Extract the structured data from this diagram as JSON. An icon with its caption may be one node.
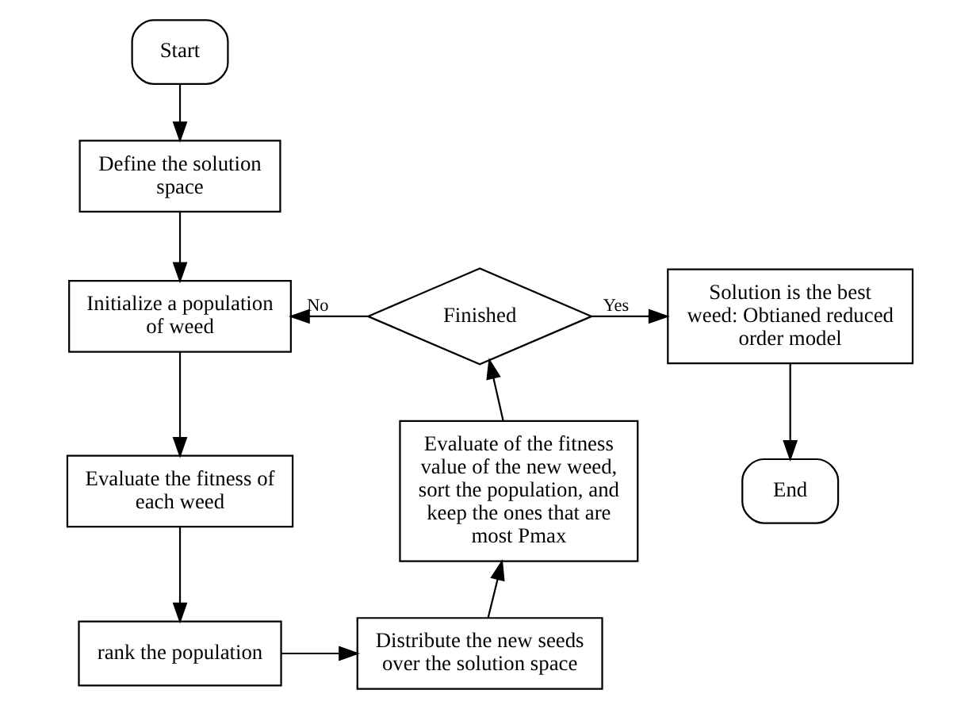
{
  "diagram": {
    "nodes": [
      {
        "text": [
          "Start"
        ]
      },
      {
        "text": [
          "Define the solution space"
        ]
      },
      {
        "text": [
          "Initialize a population of weed"
        ]
      },
      {
        "text": [
          "Evaluate the fitness of each weed"
        ]
      },
      {
        "text": [
          "rank the population"
        ]
      },
      {
        "text": [
          "Distribute the new seeds over the solution space"
        ]
      },
      {
        "text": [
          "Evaluate of the fitness value of the new weed, sort the population, and keep the ones that are most Pmax"
        ]
      },
      {
        "text": [
          "Finished"
        ]
      },
      {
        "text": [
          "Solution is the best weed: Obtianed reduced order model"
        ]
      },
      {
        "text": [
          "End"
        ]
      }
    ],
    "edges": [
      {
        "from": 0,
        "to": 1,
        "arrow": "to"
      },
      {
        "from": 1,
        "to": 2,
        "arrow": "to"
      },
      {
        "from": 2,
        "to": 3,
        "arrow": "to"
      },
      {
        "from": 3,
        "to": 4,
        "arrow": "to"
      },
      {
        "from": 4,
        "to": 5,
        "arrow": "to"
      },
      {
        "from": 5,
        "to": 6,
        "arrow": "to"
      },
      {
        "from": 6,
        "to": 7,
        "arrow": "to"
      },
      {
        "from": 7,
        "to": 2,
        "label": "No",
        "arrow": "to"
      },
      {
        "from": 7,
        "to": 8,
        "label": "Yes",
        "arrow": "to"
      },
      {
        "from": 8,
        "to": 9,
        "arrow": "to"
      }
    ]
  }
}
